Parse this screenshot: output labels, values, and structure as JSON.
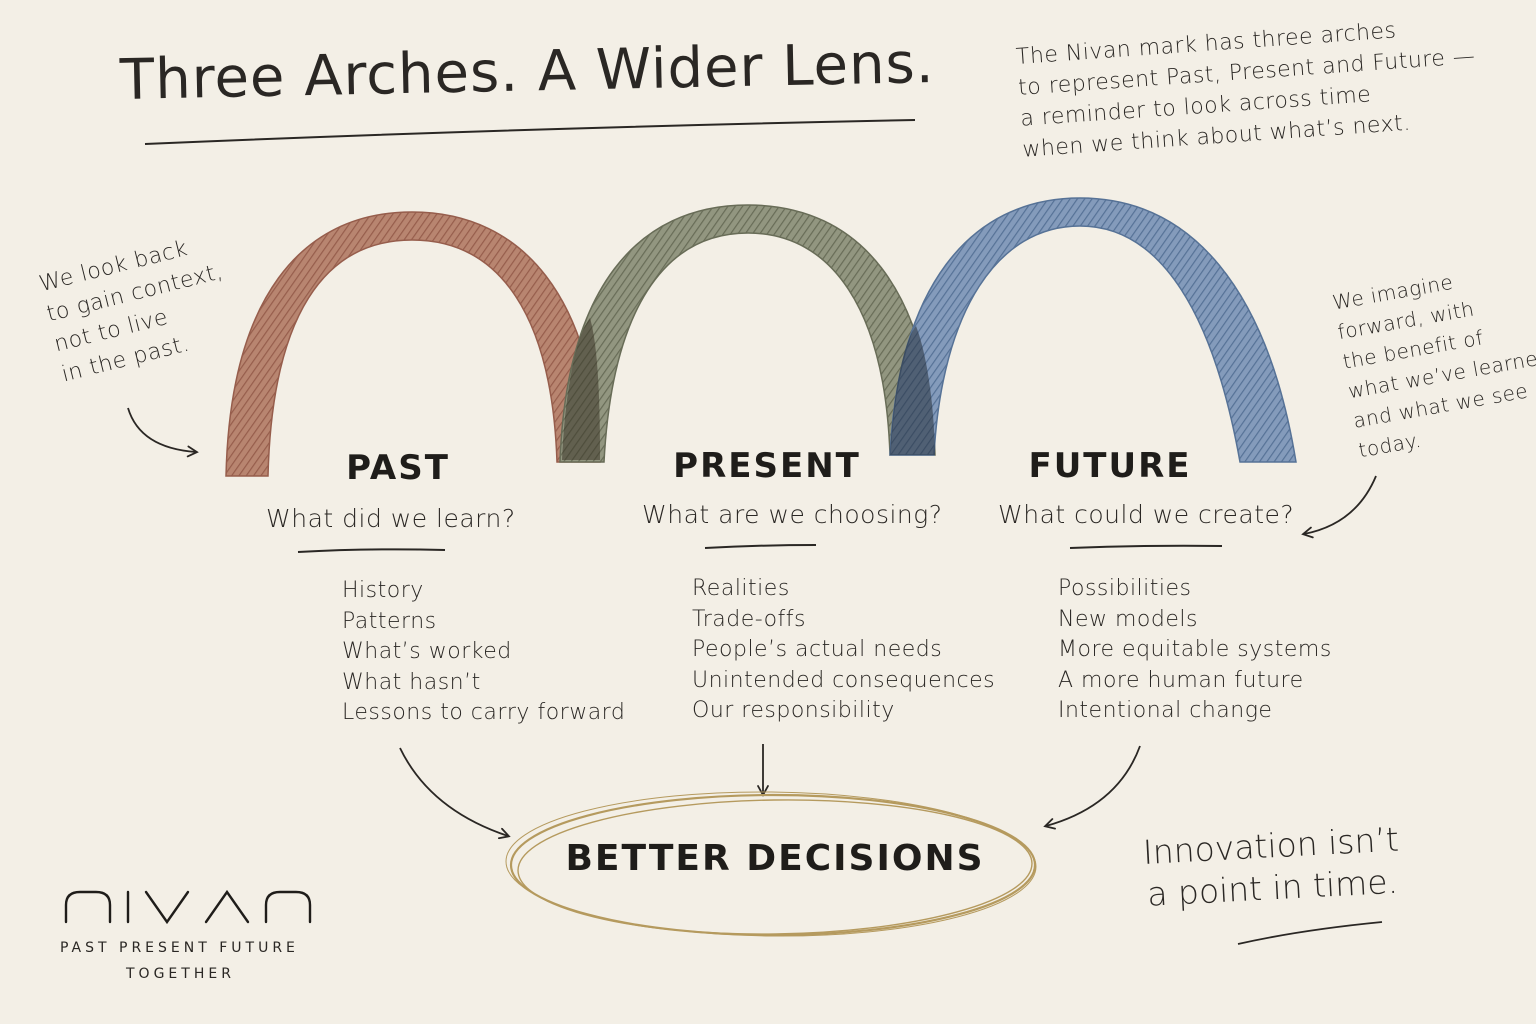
{
  "title": "Three Arches. A Wider Lens.",
  "intro_note": {
    "lines": [
      "The Nivan mark has three arches",
      "to represent Past, Present and Future —",
      "a reminder to look across time",
      "when we think about what’s next."
    ]
  },
  "left_note": {
    "lines": [
      "We look back",
      "to gain context,",
      "not to live",
      "in the past."
    ]
  },
  "right_note": {
    "lines": [
      "We imagine",
      "forward, with",
      "the benefit of",
      "what we’ve learned",
      "and what we see",
      "today."
    ]
  },
  "arches": [
    {
      "label": "PAST",
      "question": "What did we learn?",
      "color": "#9a5a45",
      "items": [
        "History",
        "Patterns",
        "What’s worked",
        "What hasn’t",
        "Lessons to carry forward"
      ]
    },
    {
      "label": "PRESENT",
      "question": "What are we choosing?",
      "color": "#656b53",
      "items": [
        "Realities",
        "Trade-offs",
        "People’s actual needs",
        "Unintended consequences",
        "Our responsibility"
      ]
    },
    {
      "label": "FUTURE",
      "question": "What could we create?",
      "color": "#4f6e98",
      "items": [
        "Possibilities",
        "New models",
        "More equitable systems",
        "A more human future",
        "Intentional change"
      ]
    }
  ],
  "outcome": {
    "label": "BETTER DECISIONS",
    "ring_color": "#b59a5e"
  },
  "tagline": {
    "lines": [
      "Innovation isn’t",
      "a point in time."
    ]
  },
  "logo": {
    "wordmark": "NIVAN",
    "line1": "PAST  PRESENT  FUTURE",
    "line2": "TOGETHER"
  }
}
